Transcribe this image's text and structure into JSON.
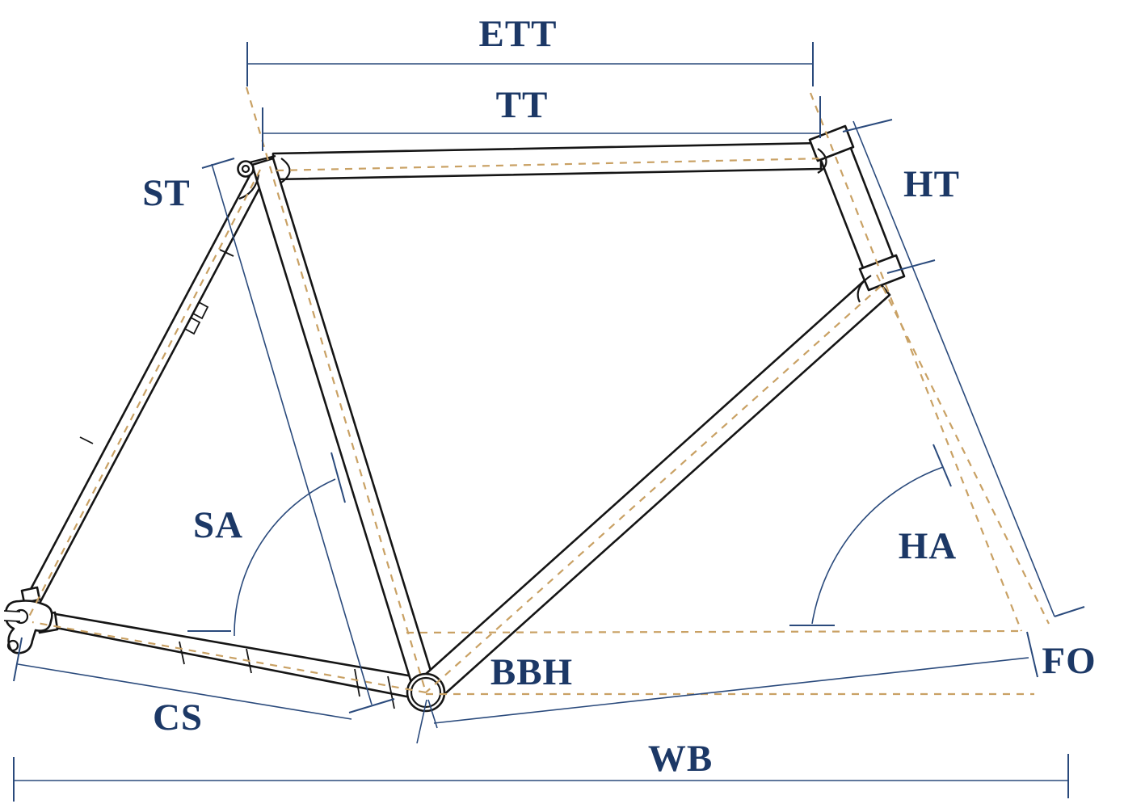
{
  "diagram": {
    "type": "bicycle-frame-geometry-drawing",
    "labels": {
      "ett": "ETT",
      "tt": "TT",
      "ht": "HT",
      "st": "ST",
      "sa": "SA",
      "ha": "HA",
      "bbh": "BBH",
      "fo": "FO",
      "cs": "CS",
      "wb": "WB"
    },
    "colors": {
      "label_text": "#1c3866",
      "dimension_line": "#2a4a7c",
      "centerline_dash": "#c9a164",
      "frame_outline": "#151515",
      "background": "#ffffff"
    }
  }
}
